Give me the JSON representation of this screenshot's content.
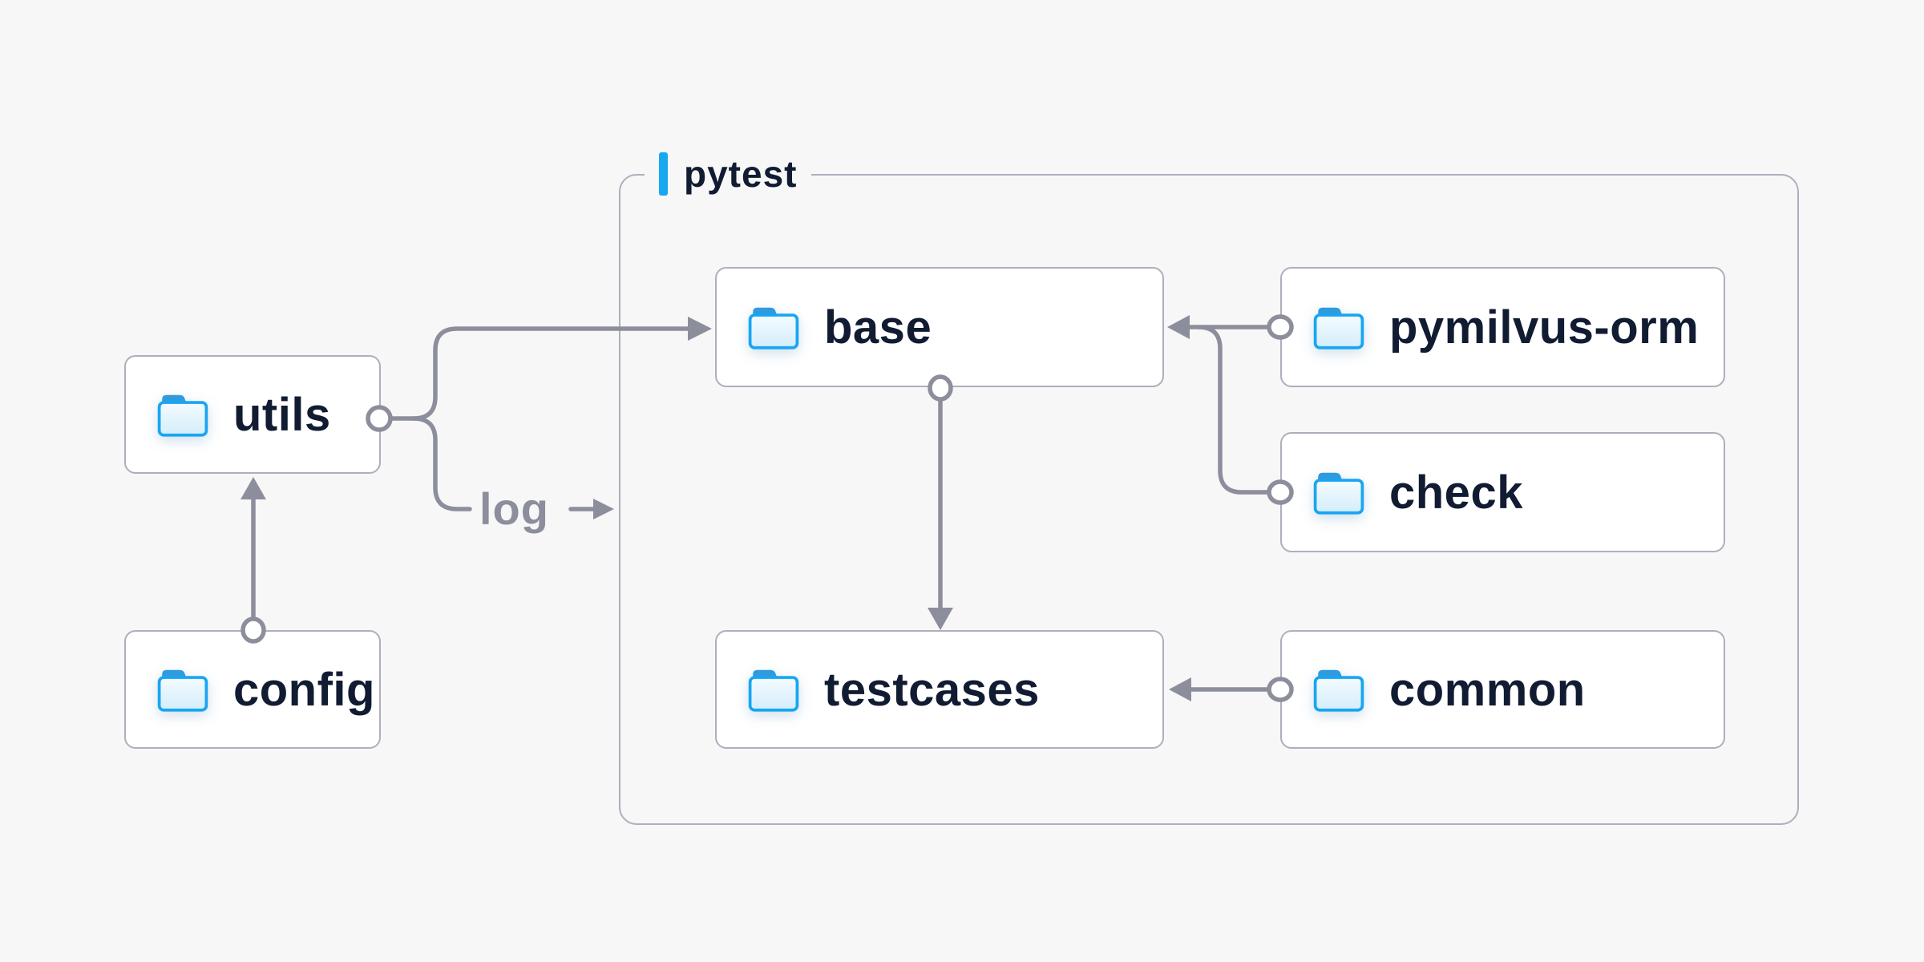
{
  "diagram": {
    "group": {
      "label": "pytest"
    },
    "nodes": {
      "utils": {
        "label": "utils",
        "icon": "folder"
      },
      "config": {
        "label": "config",
        "icon": "folder"
      },
      "base": {
        "label": "base",
        "icon": "folder"
      },
      "pymilvus_orm": {
        "label": "pymilvus-orm",
        "icon": "folder"
      },
      "check": {
        "label": "check",
        "icon": "folder"
      },
      "testcases": {
        "label": "testcases",
        "icon": "folder"
      },
      "common": {
        "label": "common",
        "icon": "folder"
      }
    },
    "edge_label": {
      "text": "log"
    },
    "edges": [
      {
        "from": "config",
        "to": "utils"
      },
      {
        "from": "utils",
        "to": "base"
      },
      {
        "from": "utils",
        "to": "pytest-group",
        "label": "log"
      },
      {
        "from": "pymilvus-orm",
        "to": "base"
      },
      {
        "from": "check",
        "to": "base"
      },
      {
        "from": "base",
        "to": "testcases"
      },
      {
        "from": "common",
        "to": "testcases"
      }
    ]
  },
  "colors": {
    "background": "#f7f7f8",
    "accent": "#18a8f1",
    "connector_gray": "#8d8e9c",
    "box_border": "#aeafbc",
    "label_text": "#111c33",
    "muted_text": "#8d8e9c",
    "folder_blue": "#18a6f1",
    "folder_tab_blue": "#2f9ade"
  }
}
